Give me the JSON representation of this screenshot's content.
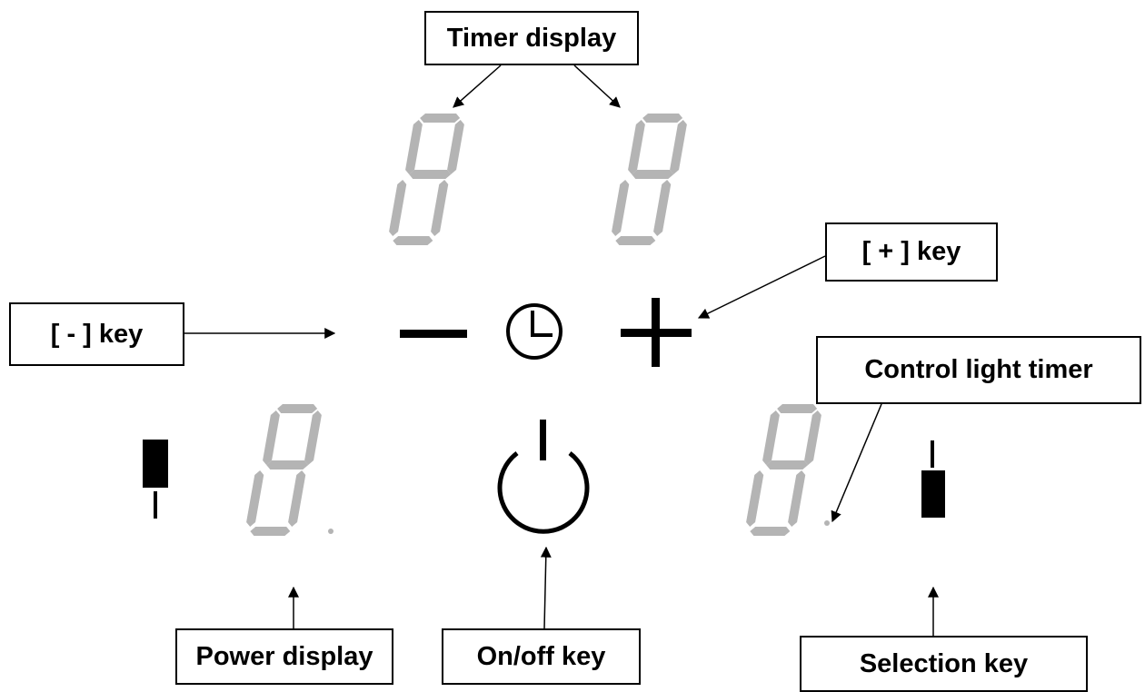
{
  "labels": {
    "timer_display": "Timer display",
    "plus_key": "[ + ] key",
    "minus_key": "[ - ] key",
    "control_light_timer": "Control light timer",
    "power_display": "Power display",
    "on_off_key": "On/off key",
    "selection_key": "Selection key"
  },
  "colors": {
    "segment": "#b4b4b4",
    "ink": "#000000"
  }
}
